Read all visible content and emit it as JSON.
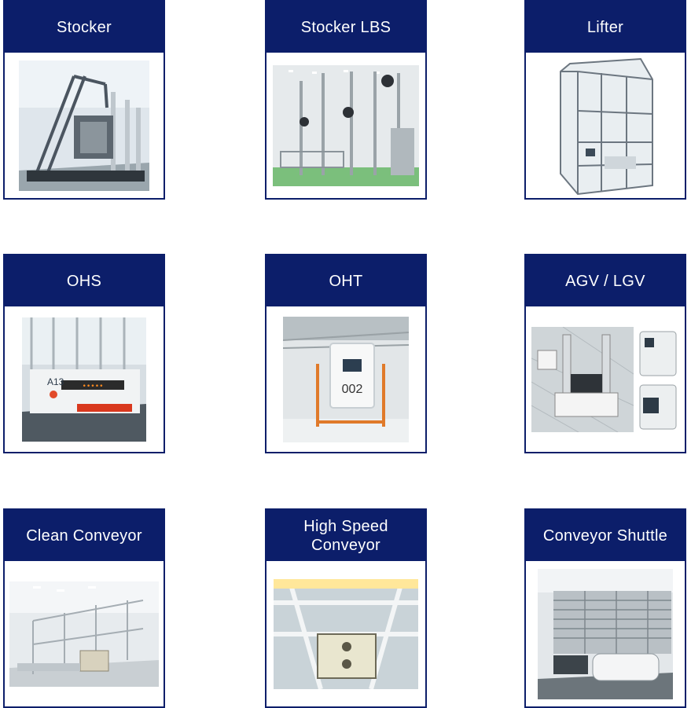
{
  "cards": [
    {
      "title": "Stocker",
      "image": "stocker-photo"
    },
    {
      "title": "Stocker LBS",
      "image": "stocker-lbs-photo"
    },
    {
      "title": "Lifter",
      "image": "lifter-photo"
    },
    {
      "title": "OHS",
      "image": "ohs-photo"
    },
    {
      "title": "OHT",
      "image": "oht-photo"
    },
    {
      "title": "AGV / LGV",
      "image": "agv-lgv-photo"
    },
    {
      "title": "Clean Conveyor",
      "image": "clean-conveyor-photo"
    },
    {
      "title": "High Speed\nConveyor",
      "image": "high-speed-conveyor-photo"
    },
    {
      "title": "Conveyor Shuttle",
      "image": "conveyor-shuttle-photo"
    }
  ],
  "photo_text": {
    "ohs_label": "A13",
    "oht_number": "002"
  },
  "colors": {
    "header_bg": "#0c1e6a",
    "header_text": "#ffffff",
    "border": "#0c1e6a"
  }
}
